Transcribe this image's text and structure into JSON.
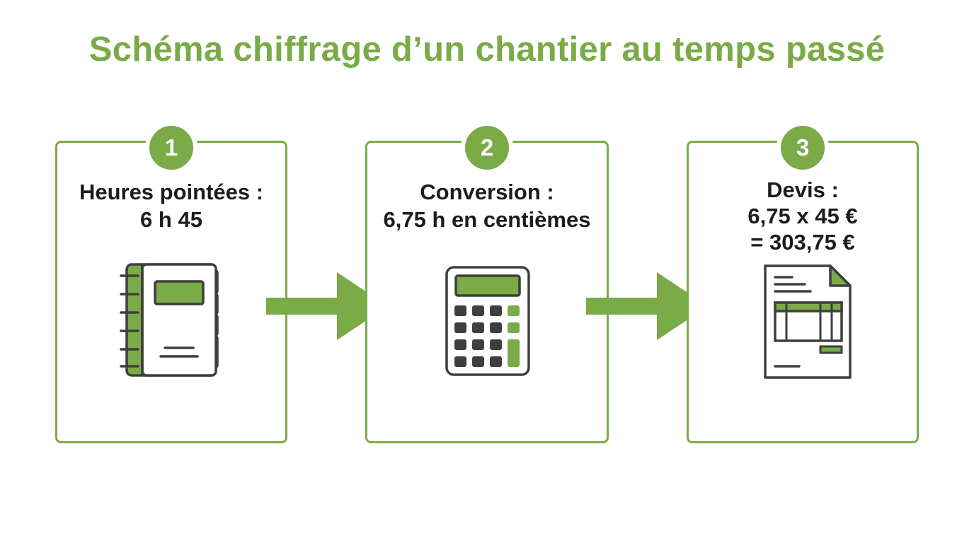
{
  "title": "Schéma chiffrage d’un chantier au temps passé",
  "steps": [
    {
      "number": "1",
      "line1": "Heures pointées :",
      "line2": "6 h 45",
      "icon": "notebook-icon"
    },
    {
      "number": "2",
      "line1": "Conversion :",
      "line2": "6,75 h en centièmes",
      "icon": "calculator-icon"
    },
    {
      "number": "3",
      "line1": "Devis :",
      "line2": "6,75 x 45 €",
      "line3": "= 303,75 €",
      "icon": "invoice-document-icon"
    }
  ],
  "colors": {
    "accent": "#7aab47",
    "dark": "#3e3e3e",
    "text": "#1c1c1c"
  }
}
